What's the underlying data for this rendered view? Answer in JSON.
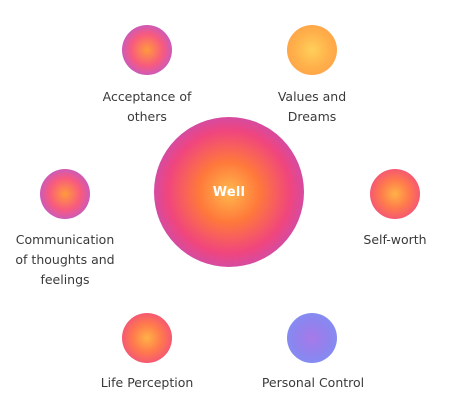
{
  "center": {
    "label": "Well"
  },
  "nodes": [
    {
      "label": "Acceptance of\nothers",
      "gradient": "pink-purple"
    },
    {
      "label": "Values and\nDreams",
      "gradient": "orange"
    },
    {
      "label": "Communication\nof thoughts and\nfeelings",
      "gradient": "pink-purple"
    },
    {
      "label": "Self-worth",
      "gradient": "pink"
    },
    {
      "label": "Life Perception",
      "gradient": "pink"
    },
    {
      "label": "Personal Control",
      "gradient": "blue"
    }
  ],
  "colors": {
    "text": "#3a3a3a",
    "center_text": "#ffffff",
    "gradient_orange": "#ffb04a",
    "gradient_pink": "#f24f7d",
    "gradient_purple": "#9b5ad6",
    "gradient_blue": "#7a96f2"
  }
}
